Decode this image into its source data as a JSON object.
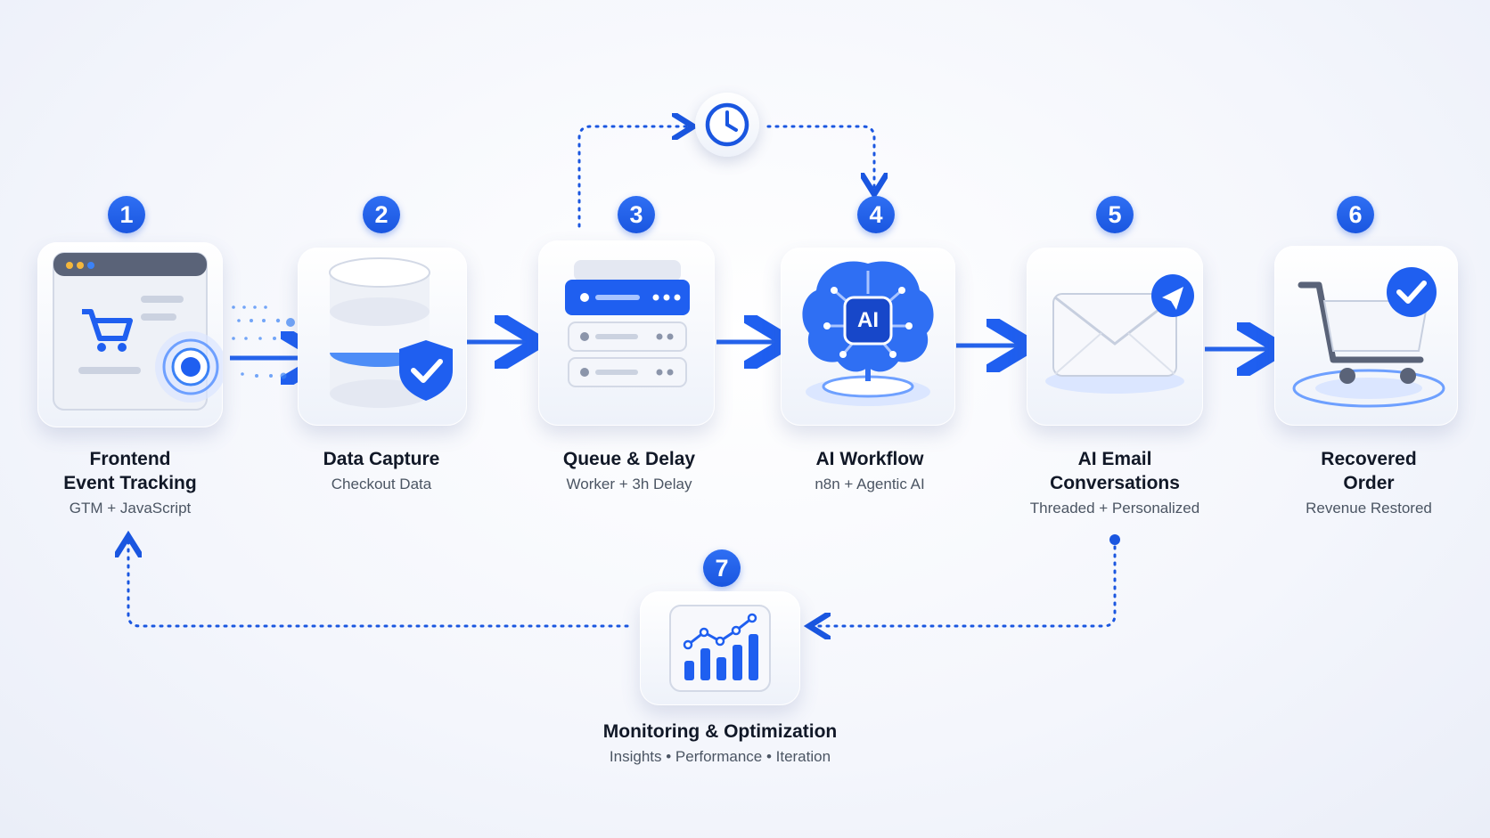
{
  "steps": [
    {
      "number": "1",
      "title_line1": "Frontend",
      "title_line2": "Event Tracking",
      "subtitle": "GTM + JavaScript",
      "icon": "browser-cart-target-icon"
    },
    {
      "number": "2",
      "title_line1": "Data Capture",
      "title_line2": "",
      "subtitle": "Checkout Data",
      "icon": "database-shield-icon"
    },
    {
      "number": "3",
      "title_line1": "Queue & Delay",
      "title_line2": "",
      "subtitle": "Worker + 3h Delay",
      "icon": "server-queue-icon"
    },
    {
      "number": "4",
      "title_line1": "AI Workflow",
      "title_line2": "",
      "subtitle": "n8n + Agentic AI",
      "icon": "ai-brain-icon",
      "chip_text": "AI"
    },
    {
      "number": "5",
      "title_line1": "AI Email",
      "title_line2": "Conversations",
      "subtitle": "Threaded + Personalized",
      "icon": "envelope-send-icon"
    },
    {
      "number": "6",
      "title_line1": "Recovered",
      "title_line2": "Order",
      "subtitle": "Revenue Restored",
      "icon": "cart-check-icon"
    }
  ],
  "monitoring": {
    "number": "7",
    "title": "Monitoring & Optimization",
    "subtitle": "Insights • Performance • Iteration",
    "icon": "analytics-chart-icon"
  },
  "delay_icon": "clock-icon",
  "colors": {
    "accent": "#1a56e0",
    "accent_light": "#3b82f6",
    "text": "#111827",
    "muted": "#4b5563"
  }
}
